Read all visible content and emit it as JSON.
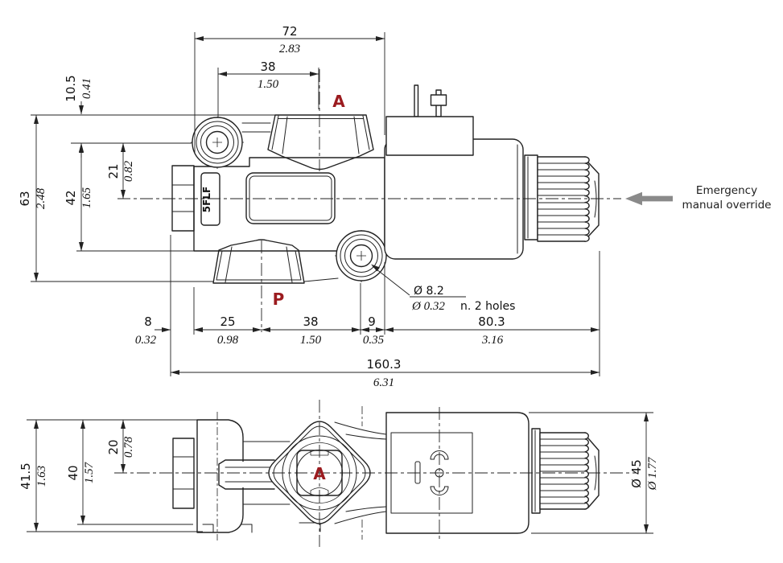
{
  "drawing": {
    "colors": {
      "line": "#222222",
      "text": "#111111",
      "port_label": "#9b1b1f",
      "override_arrow": "#8a8a8a",
      "background": "#ffffff"
    },
    "ports": {
      "a": "A",
      "p": "P"
    },
    "body_marking": "5FLF",
    "emergency_note": {
      "line1": "Emergency",
      "line2": "manual override"
    },
    "hole_note": {
      "diameter_mm": "Ø 8.2",
      "diameter_in": "Ø 0.32",
      "suffix": "n. 2 holes"
    },
    "dimensions": {
      "w72": {
        "mm": "72",
        "in": "2.83"
      },
      "w38_top": {
        "mm": "38",
        "in": "1.50"
      },
      "h10_5": {
        "mm": "10.5",
        "in": "0.41"
      },
      "h63": {
        "mm": "63",
        "in": "2.48"
      },
      "h42": {
        "mm": "42",
        "in": "1.65"
      },
      "h21": {
        "mm": "21",
        "in": "0.82"
      },
      "w8": {
        "mm": "8",
        "in": "0.32"
      },
      "w25": {
        "mm": "25",
        "in": "0.98"
      },
      "w38_bot": {
        "mm": "38",
        "in": "1.50"
      },
      "w9": {
        "mm": "9",
        "in": "0.35"
      },
      "w80_3": {
        "mm": "80.3",
        "in": "3.16"
      },
      "w160_3": {
        "mm": "160.3",
        "in": "6.31"
      },
      "h41_5": {
        "mm": "41.5",
        "in": "1.63"
      },
      "h40": {
        "mm": "40",
        "in": "1.57"
      },
      "h20": {
        "mm": "20",
        "in": "0.78"
      },
      "dia45": {
        "mm": "Ø 45",
        "in": "Ø 1.77"
      }
    }
  }
}
